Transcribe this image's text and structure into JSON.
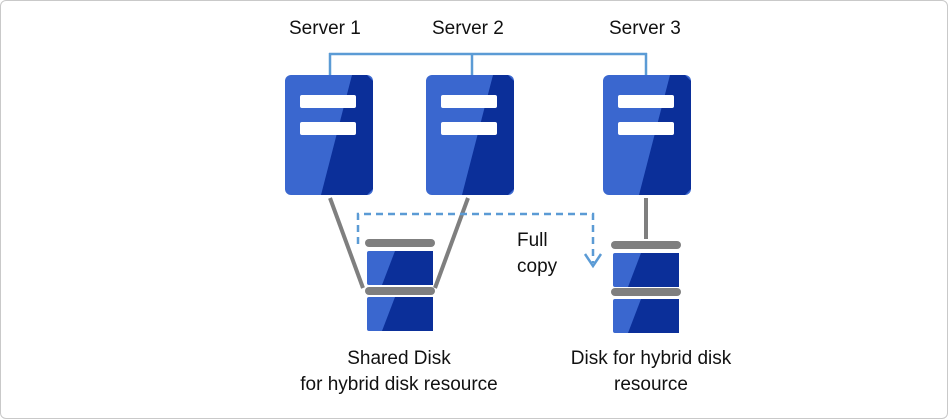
{
  "colors": {
    "network_line": "#5b9bd5",
    "server_light": "#3a67cf",
    "server_dark": "#0b2f99",
    "disk_cap": "#7f7f7f",
    "cable": "#7f7f7f",
    "copy_arrow": "#5b9bd5"
  },
  "servers": [
    {
      "label": "Server 1",
      "icon": "server-icon"
    },
    {
      "label": "Server 2",
      "icon": "server-icon"
    },
    {
      "label": "Server 3",
      "icon": "server-icon"
    }
  ],
  "copy_label": {
    "line1": "Full",
    "line2": "copy"
  },
  "shared_disk": {
    "line1": "Shared Disk",
    "line2": "for hybrid disk resource",
    "icon": "disk-icon"
  },
  "hybrid_disk": {
    "line1": "Disk for hybrid disk",
    "line2": "resource",
    "icon": "disk-icon"
  }
}
